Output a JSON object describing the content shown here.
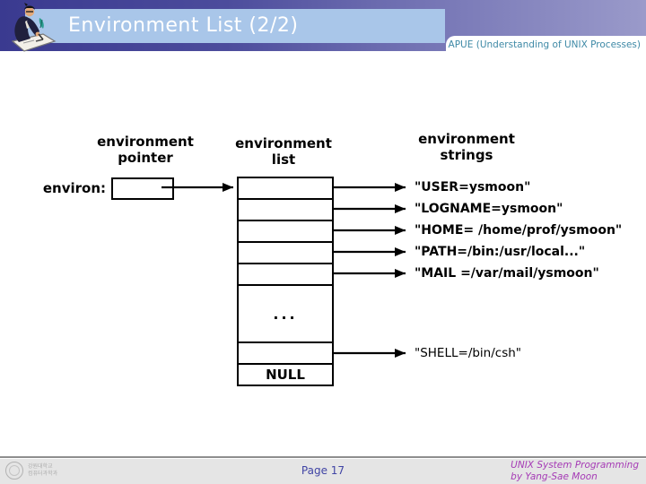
{
  "header": {
    "title": "Environment List (2/2)",
    "subtitle": "APUE (Understanding of UNIX Processes)"
  },
  "diagram": {
    "headings": {
      "pointer": "environment\npointer",
      "list": "environment\nlist",
      "strings": "environment\nstrings"
    },
    "environ_label": "environ:",
    "list": {
      "dots": "...",
      "null_label": "NULL"
    },
    "strings": [
      "\"USER=ysmoon\"",
      "\"LOGNAME=ysmoon\"",
      "\"HOME= /home/prof/ysmoon\"",
      "\"PATH=/bin:/usr/local...\"",
      "\"MAIL =/var/mail/ysmoon\""
    ],
    "shell_string": "\"SHELL=/bin/csh\""
  },
  "footer": {
    "page": "Page 17",
    "credit": "UNIX System Programming\nby Yang-Sae Moon",
    "logo_text": "강원대학교\n컴퓨터과학과"
  },
  "colors": {
    "header_gradient_left": "#3a3a90",
    "header_gradient_right": "#9a9aca",
    "titlebar_bg": "#a9c6e9",
    "title_text": "#ffffff",
    "subtitle_text": "#3e89a6",
    "diagram_ink": "#000000",
    "footer_bg": "#e5e5e5",
    "page_number_text": "#4145a5",
    "credit_text": "#a53ab5"
  }
}
